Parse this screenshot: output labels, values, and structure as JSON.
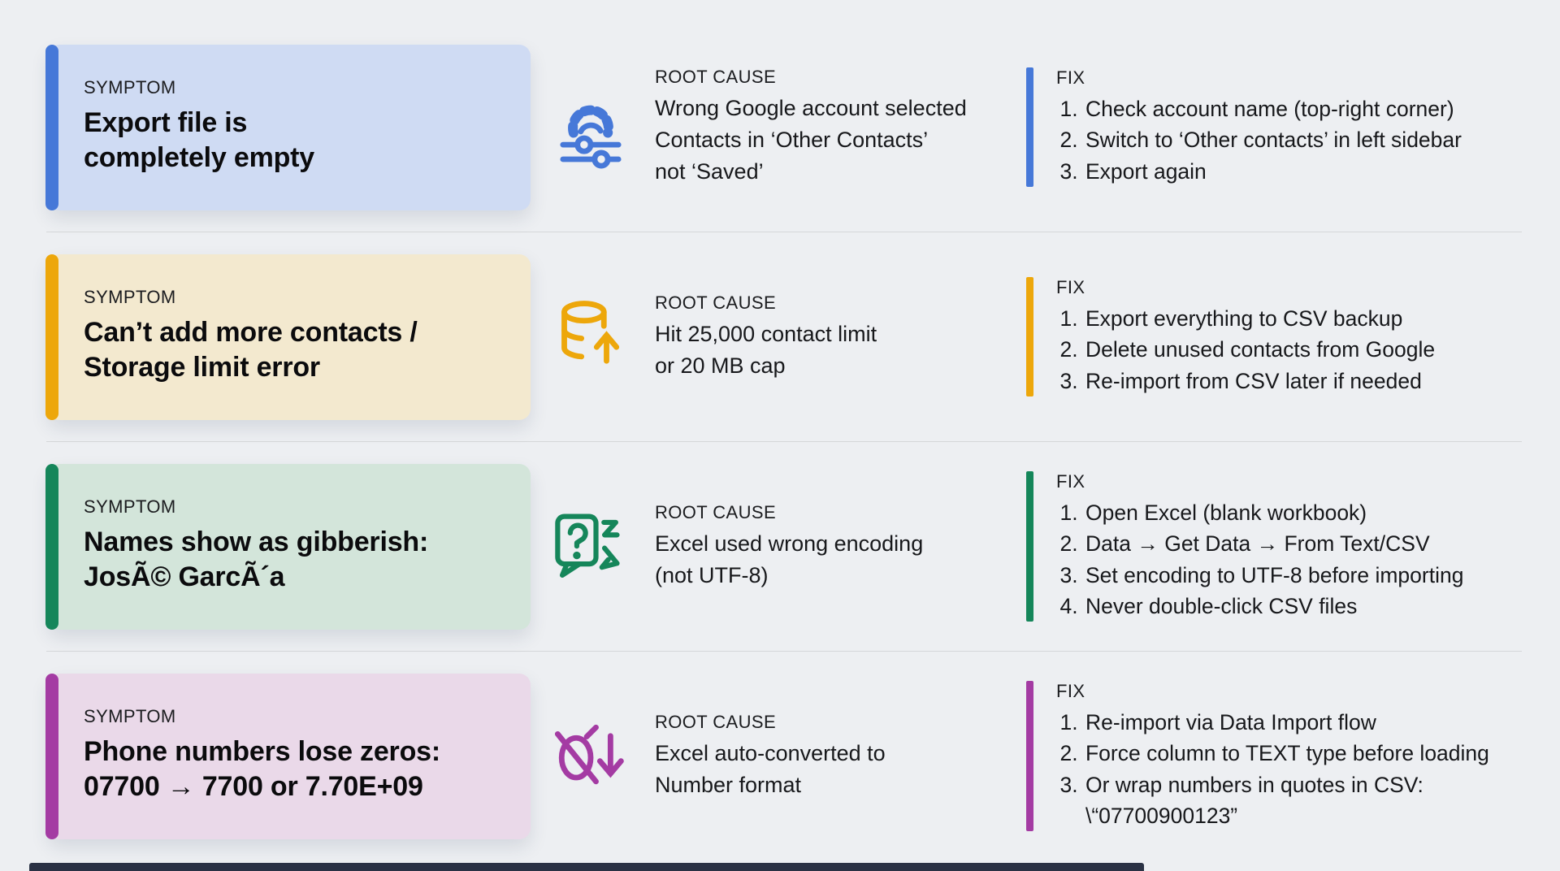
{
  "page": {
    "background": "#edeff2",
    "divider_color": "#d5d7d9",
    "bottom_bar_color": "#2a3144"
  },
  "rows": [
    {
      "accent_color": "#4678d8",
      "card_bg_color": "#cfdbf3",
      "icon": "settings-gear-sliders-icon",
      "symptom_label": "SYMPTOM",
      "symptom_title": "Export file is\ncompletely empty",
      "root_cause_label": "ROOT CAUSE",
      "root_cause_text": "Wrong Google account selected\nContacts in ‘Other Contacts’\nnot ‘Saved’",
      "fix_label": "FIX",
      "fix_steps": [
        "Check account name (top-right corner)",
        "Switch to ‘Other contacts’ in left sidebar",
        "Export again"
      ]
    },
    {
      "accent_color": "#eda70b",
      "card_bg_color": "#f3e9cf",
      "icon": "database-limit-icon",
      "symptom_label": "SYMPTOM",
      "symptom_title": "Can’t add more contacts /\nStorage limit error",
      "root_cause_label": "ROOT CAUSE",
      "root_cause_text": "Hit 25,000 contact limit\nor 20 MB cap",
      "fix_label": "FIX",
      "fix_steps": [
        "Export everything to CSV backup",
        "Delete unused contacts from Google",
        "Re-import from CSV later if needed"
      ]
    },
    {
      "accent_color": "#15865a",
      "card_bg_color": "#d3e5da",
      "icon": "encoding-question-icon",
      "symptom_label": "SYMPTOM",
      "symptom_title": "Names show as gibberish:\nJosÃ© GarcÃ´a",
      "root_cause_label": "ROOT CAUSE",
      "root_cause_text": "Excel used wrong encoding\n(not UTF-8)",
      "fix_label": "FIX",
      "fix_steps": [
        "Open Excel (blank workbook)",
        "Data → Get Data → From Text/CSV",
        "Set encoding to UTF-8 before importing",
        "Never double-click CSV files"
      ]
    },
    {
      "accent_color": "#a43ba3",
      "card_bg_color": "#ead9e9",
      "icon": "zero-slash-icon",
      "symptom_label": "SYMPTOM",
      "symptom_title": "Phone numbers lose zeros:\n07700 → 7700 or 7.70E+09",
      "root_cause_label": "ROOT CAUSE",
      "root_cause_text": "Excel auto-converted to\nNumber format",
      "fix_label": "FIX",
      "fix_steps": [
        "Re-import via Data Import flow",
        "Force column to TEXT type before loading",
        "Or wrap numbers in quotes in CSV: \\“07700900123”"
      ]
    }
  ]
}
